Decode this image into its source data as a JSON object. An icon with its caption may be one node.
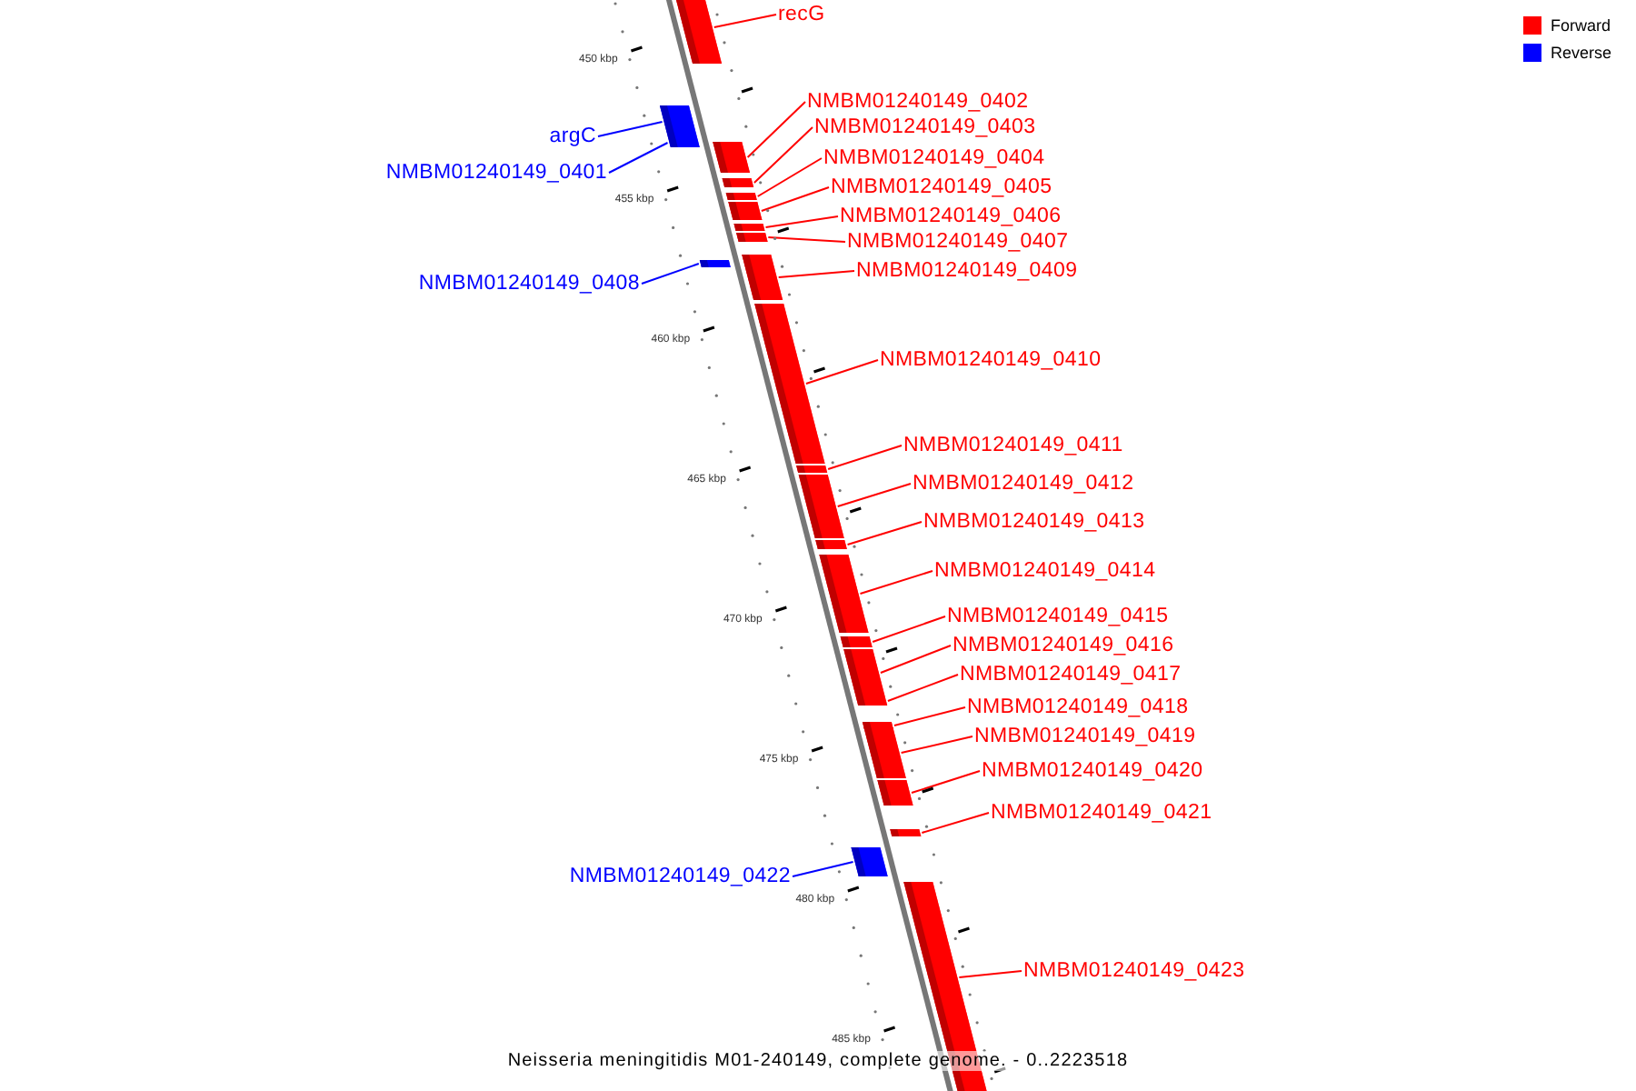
{
  "diagram": {
    "caption": "Neisseria meningitidis M01-240149, complete genome. - 0..2223518",
    "nodes": [
      {
        "text": [
          "recG"
        ]
      },
      {
        "text": [],
        "shape": "bar"
      },
      {
        "text": [
          "argC"
        ]
      },
      {
        "text": [],
        "shape": "bar"
      },
      {
        "text": [
          "NMBM01240149_0401"
        ]
      },
      {
        "text": [],
        "shape": "bar"
      },
      {
        "text": [
          "NMBM01240149_0402"
        ]
      },
      {
        "text": [],
        "shape": "bar"
      },
      {
        "text": [
          "NMBM01240149_0403"
        ]
      },
      {
        "text": [],
        "shape": "bar"
      },
      {
        "text": [
          "NMBM01240149_0404"
        ]
      },
      {
        "text": [],
        "shape": "bar"
      },
      {
        "text": [
          "NMBM01240149_0405"
        ]
      },
      {
        "text": [],
        "shape": "bar"
      },
      {
        "text": [
          "NMBM01240149_0406"
        ]
      },
      {
        "text": [],
        "shape": "bar"
      },
      {
        "text": [
          "NMBM01240149_0407"
        ]
      },
      {
        "text": [],
        "shape": "bar"
      },
      {
        "text": [
          "NMBM01240149_0408"
        ]
      },
      {
        "text": [],
        "shape": "bar"
      },
      {
        "text": [
          "NMBM01240149_0409"
        ]
      },
      {
        "text": [],
        "shape": "bar"
      },
      {
        "text": [
          "NMBM01240149_0410"
        ]
      },
      {
        "text": [],
        "shape": "bar"
      },
      {
        "text": [
          "NMBM01240149_0411"
        ]
      },
      {
        "text": [],
        "shape": "bar"
      },
      {
        "text": [
          "NMBM01240149_0412"
        ]
      },
      {
        "text": [],
        "shape": "bar"
      },
      {
        "text": [
          "NMBM01240149_0413"
        ]
      },
      {
        "text": [],
        "shape": "bar"
      },
      {
        "text": [
          "NMBM01240149_0414"
        ]
      },
      {
        "text": [],
        "shape": "bar"
      },
      {
        "text": [
          "NMBM01240149_0415"
        ]
      },
      {
        "text": [],
        "shape": "bar"
      },
      {
        "text": [
          "NMBM01240149_0416"
        ]
      },
      {
        "text": [],
        "shape": "bar"
      },
      {
        "text": [
          "NMBM01240149_0417"
        ]
      },
      {
        "text": [],
        "shape": "bar"
      },
      {
        "text": [
          "NMBM01240149_0418"
        ]
      },
      {
        "text": [],
        "shape": "bar"
      },
      {
        "text": [
          "NMBM01240149_0419"
        ]
      },
      {
        "text": [],
        "shape": "bar"
      },
      {
        "text": [
          "NMBM01240149_0420"
        ]
      },
      {
        "text": [],
        "shape": "bar"
      },
      {
        "text": [
          "NMBM01240149_0421"
        ]
      },
      {
        "text": [],
        "shape": "bar"
      },
      {
        "text": [
          "NMBM01240149_0422"
        ]
      },
      {
        "text": [],
        "shape": "bar"
      },
      {
        "text": [
          "NMBM01240149_0423"
        ]
      },
      {
        "text": [],
        "shape": "bar"
      }
    ],
    "edges": [
      {
        "from": 0,
        "to": 1,
        "arrow": "none"
      },
      {
        "from": 2,
        "to": 3,
        "arrow": "none",
        "color": "#0000ff"
      },
      {
        "from": 4,
        "to": 5,
        "arrow": "none",
        "color": "#0000ff"
      },
      {
        "from": 6,
        "to": 7,
        "arrow": "none"
      },
      {
        "from": 8,
        "to": 9,
        "arrow": "none"
      },
      {
        "from": 10,
        "to": 11,
        "arrow": "none"
      },
      {
        "from": 12,
        "to": 13,
        "arrow": "none"
      },
      {
        "from": 14,
        "to": 15,
        "arrow": "none"
      },
      {
        "from": 16,
        "to": 17,
        "arrow": "none"
      },
      {
        "from": 18,
        "to": 19,
        "arrow": "none",
        "color": "#0000ff"
      },
      {
        "from": 20,
        "to": 21,
        "arrow": "none"
      },
      {
        "from": 22,
        "to": 23,
        "arrow": "none"
      },
      {
        "from": 24,
        "to": 25,
        "arrow": "none"
      },
      {
        "from": 26,
        "to": 27,
        "arrow": "none"
      },
      {
        "from": 28,
        "to": 29,
        "arrow": "none"
      },
      {
        "from": 30,
        "to": 31,
        "arrow": "none"
      },
      {
        "from": 32,
        "to": 33,
        "arrow": "none"
      },
      {
        "from": 34,
        "to": 35,
        "arrow": "none"
      },
      {
        "from": 36,
        "to": 37,
        "arrow": "none"
      },
      {
        "from": 38,
        "to": 39,
        "arrow": "none"
      },
      {
        "from": 40,
        "to": 41,
        "arrow": "none"
      },
      {
        "from": 42,
        "to": 43,
        "arrow": "none"
      },
      {
        "from": 44,
        "to": 45,
        "arrow": "none"
      },
      {
        "from": 46,
        "to": 47,
        "arrow": "none",
        "color": "#0000ff"
      },
      {
        "from": 48,
        "to": 49,
        "arrow": "none"
      }
    ],
    "labels": [
      "450 kbp",
      "455 kbp",
      "460 kbp",
      "465 kbp",
      "470 kbp",
      "475 kbp",
      "480 kbp",
      "485 kbp"
    ],
    "legend": [
      {
        "text": "Forward",
        "color": "#ff0000"
      },
      {
        "text": "Reverse",
        "color": "#0000ff"
      }
    ]
  }
}
